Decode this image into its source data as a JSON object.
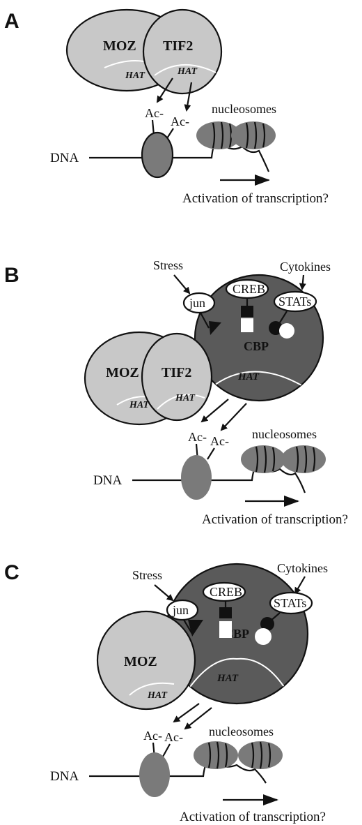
{
  "colors": {
    "light_protein": "#c8c8c8",
    "dark_protein": "#5a5a5a",
    "histone": "#7a7a7a",
    "line": "#111111",
    "white": "#ffffff"
  },
  "panels": [
    {
      "letter": "A",
      "moz": "MOZ",
      "tif2": "TIF2",
      "hat_left": "HAT",
      "hat_right": "HAT",
      "ac1": "Ac-",
      "ac2": "Ac-",
      "nucleosomes": "nucleosomes",
      "dna": "DNA",
      "activation": "Activation of transcription?"
    },
    {
      "letter": "B",
      "stress": "Stress",
      "jun": "jun",
      "creb": "CREB",
      "cytokines": "Cytokines",
      "stats": "STATs",
      "moz": "MOZ",
      "tif2": "TIF2",
      "cbp": "CBP",
      "hat_left": "HAT",
      "hat_right": "HAT",
      "hat_cbp": "HAT",
      "ac1": "Ac-",
      "ac2": "Ac-",
      "nucleosomes": "nucleosomes",
      "dna": "DNA",
      "activation": "Activation of transcription?"
    },
    {
      "letter": "C",
      "stress": "Stress",
      "jun": "jun",
      "creb": "CREB",
      "cytokines": "Cytokines",
      "stats": "STATs",
      "moz": "MOZ",
      "cbp": "CBP",
      "hat_left": "HAT",
      "hat_cbp": "HAT",
      "ac1": "Ac-",
      "ac2": "Ac-",
      "nucleosomes": "nucleosomes",
      "dna": "DNA",
      "activation": "Activation of transcription?"
    }
  ]
}
